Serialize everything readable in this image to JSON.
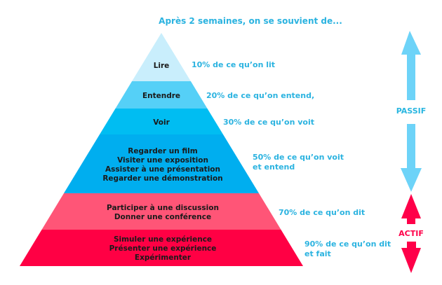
{
  "title": "Après 2 semaines, on se souvient de...",
  "levels": [
    {
      "lines": [
        "Lire"
      ],
      "retention": [
        "10% de ce qu’on lit"
      ],
      "color": "#c9eefc"
    },
    {
      "lines": [
        "Entendre"
      ],
      "retention": [
        "20% de ce qu’on entend,"
      ],
      "color": "#55d0f7"
    },
    {
      "lines": [
        "Voir"
      ],
      "retention": [
        "30% de ce qu’on voit"
      ],
      "color": "#00bdf2"
    },
    {
      "lines": [
        "Regarder un film",
        "Visiter une exposition",
        "Assister à une présentation",
        "Regarder une démonstration"
      ],
      "retention": [
        "50% de ce qu’on voit",
        "et entend"
      ],
      "color": "#00aeef"
    },
    {
      "lines": [
        "Participer à une discussion",
        "Donner une conférence"
      ],
      "retention": [
        "70% de ce qu’on dit"
      ],
      "color": "#ff5577"
    },
    {
      "lines": [
        "Simuler une expérience",
        "Présenter une expérience",
        "Expérimenter"
      ],
      "retention": [
        "90% de ce qu’on dit",
        "et fait"
      ],
      "color": "#ff0044"
    }
  ],
  "passive": {
    "label": "PASSIF",
    "color": "#6dd3f8"
  },
  "active": {
    "label": "ACTIF",
    "color": "#ff0049"
  }
}
